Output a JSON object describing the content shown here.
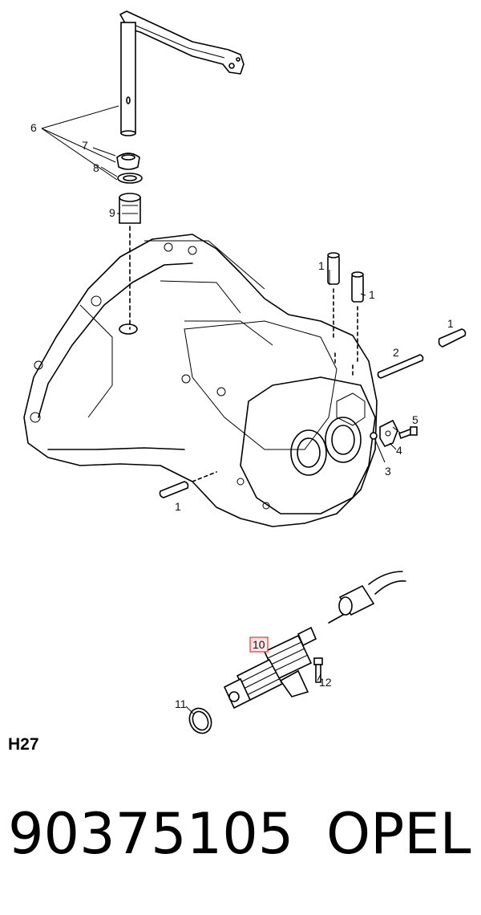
{
  "diagram": {
    "code": "H27",
    "highlight_color": "#e53935",
    "callouts": [
      {
        "id": "c6",
        "text": "6"
      },
      {
        "id": "c7",
        "text": "7"
      },
      {
        "id": "c8",
        "text": "8"
      },
      {
        "id": "c9",
        "text": "9"
      },
      {
        "id": "c1a",
        "text": "1"
      },
      {
        "id": "c1b",
        "text": "1"
      },
      {
        "id": "c1c",
        "text": "1"
      },
      {
        "id": "c1d",
        "text": "1"
      },
      {
        "id": "c2",
        "text": "2"
      },
      {
        "id": "c5",
        "text": "5"
      },
      {
        "id": "c4",
        "text": "4"
      },
      {
        "id": "c3",
        "text": "3"
      },
      {
        "id": "c10",
        "text": "10"
      },
      {
        "id": "c11",
        "text": "11"
      },
      {
        "id": "c12",
        "text": "12"
      }
    ]
  },
  "footer": {
    "part_number": "90375105",
    "brand": "OPEL"
  }
}
